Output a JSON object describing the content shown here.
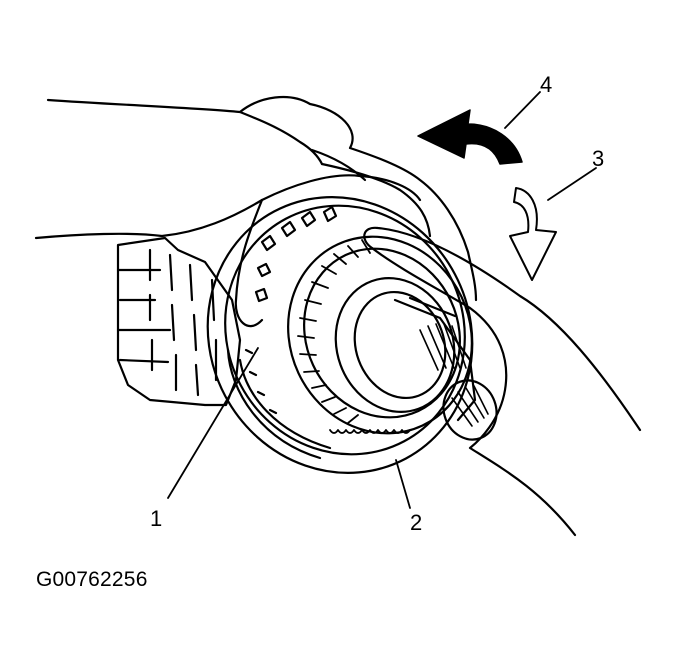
{
  "callouts": {
    "c1": "1",
    "c2": "2",
    "c3": "3",
    "c4": "4"
  },
  "figure_code": "G00762256",
  "colors": {
    "ink": "#000000",
    "paper": "#ffffff"
  }
}
